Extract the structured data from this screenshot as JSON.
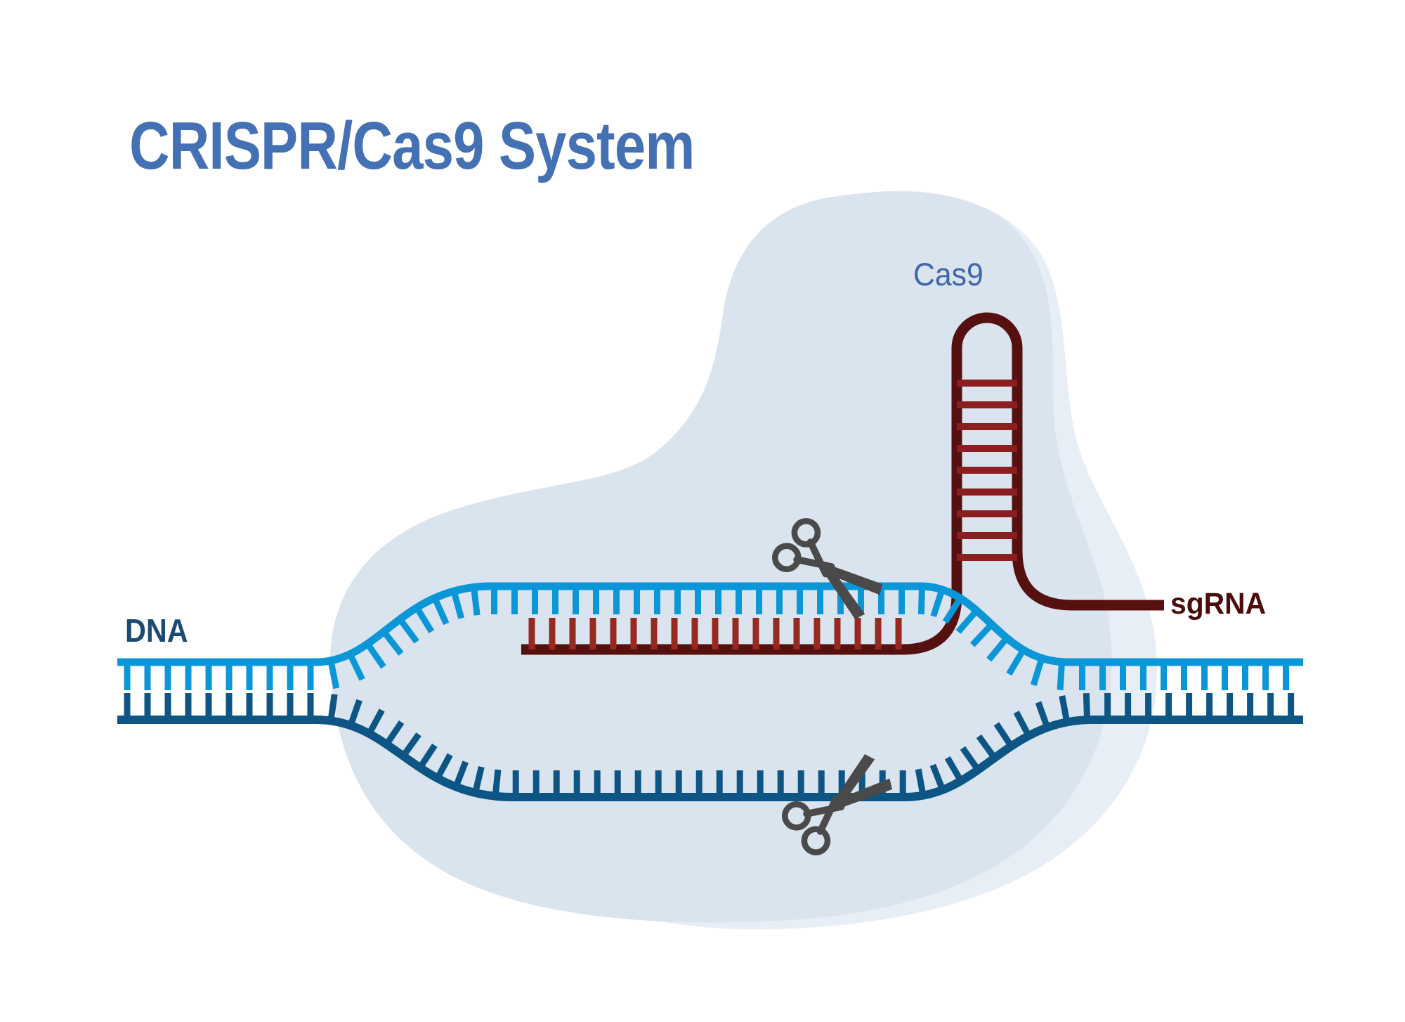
{
  "title": "CRISPR/Cas9 System",
  "labels": {
    "dna": "DNA",
    "cas9": "Cas9",
    "sgrna": "sgRNA"
  },
  "colors": {
    "background": "#ffffff",
    "title_text": "#4470b4",
    "dna_label_text": "#1b4a72",
    "cas9_label_text": "#3e66ab",
    "sgrna_label_text": "#4b0c0c",
    "dna_top_strand": "#0b96d8",
    "dna_bottom_strand": "#0d5584",
    "sgrna_strand": "#551010",
    "sgrna_rungs": "#8b1e1e",
    "sgrna_teeth": "#962a21",
    "cas9_blob_main": "#dae4ee",
    "cas9_blob_light": "#e7eef5",
    "scissors": "#4a4a4a"
  }
}
